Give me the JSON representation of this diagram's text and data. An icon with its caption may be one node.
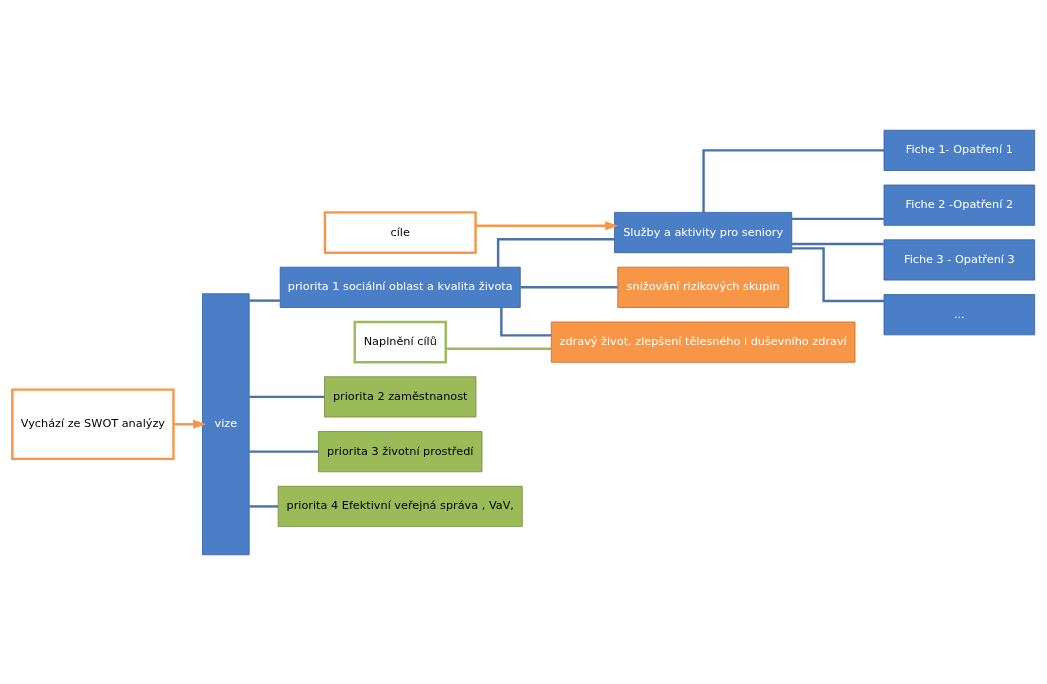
{
  "diagram": {
    "nodes": [
      {
        "text": [
          "Vychází ze SWOT analýzy"
        ]
      },
      {
        "text": [
          "vize"
        ]
      },
      {
        "text": [
          "priorita 1 sociální oblast a kvalita života"
        ]
      },
      {
        "text": [
          "priorita 2 zaměstnanost"
        ]
      },
      {
        "text": [
          "priorita 3 životní prostředí"
        ]
      },
      {
        "text": [
          "priorita 4 Efektivní veřejná správa , VaV,"
        ]
      },
      {
        "text": [
          "cíle"
        ]
      },
      {
        "text": [
          "Služby a aktivity pro seniory"
        ]
      },
      {
        "text": [
          "snižování rizikových skupin"
        ]
      },
      {
        "text": [
          "zdravý život, zlepšení tělesného i duševního zdraví"
        ]
      },
      {
        "text": [
          "Naplnění cílů"
        ]
      },
      {
        "text": [
          "Fiche 1- Opatření 1"
        ]
      },
      {
        "text": [
          "Fiche 2 -Opatření 2"
        ]
      },
      {
        "text": [
          "Fiche 3 - Opatření 3"
        ]
      },
      {
        "text": [
          "..."
        ]
      }
    ],
    "edges": [
      {
        "from": 0,
        "to": 1,
        "arrow": "to",
        "color": "#f79646"
      },
      {
        "from": 1,
        "to": 2,
        "arrow": "none"
      },
      {
        "from": 1,
        "to": 3,
        "arrow": "none"
      },
      {
        "from": 1,
        "to": 4,
        "arrow": "none"
      },
      {
        "from": 1,
        "to": 5,
        "arrow": "none"
      },
      {
        "from": 6,
        "to": 7,
        "arrow": "to",
        "color": "#f79646"
      },
      {
        "from": 2,
        "to": 7,
        "arrow": "none"
      },
      {
        "from": 2,
        "to": 8,
        "arrow": "none"
      },
      {
        "from": 2,
        "to": 9,
        "arrow": "none"
      },
      {
        "from": 10,
        "to": 9,
        "arrow": "none",
        "color": "#9bbb59"
      },
      {
        "from": 7,
        "to": 11,
        "arrow": "none"
      },
      {
        "from": 7,
        "to": 12,
        "arrow": "none"
      },
      {
        "from": 7,
        "to": 13,
        "arrow": "none"
      },
      {
        "from": 7,
        "to": 14,
        "arrow": "none"
      }
    ]
  }
}
